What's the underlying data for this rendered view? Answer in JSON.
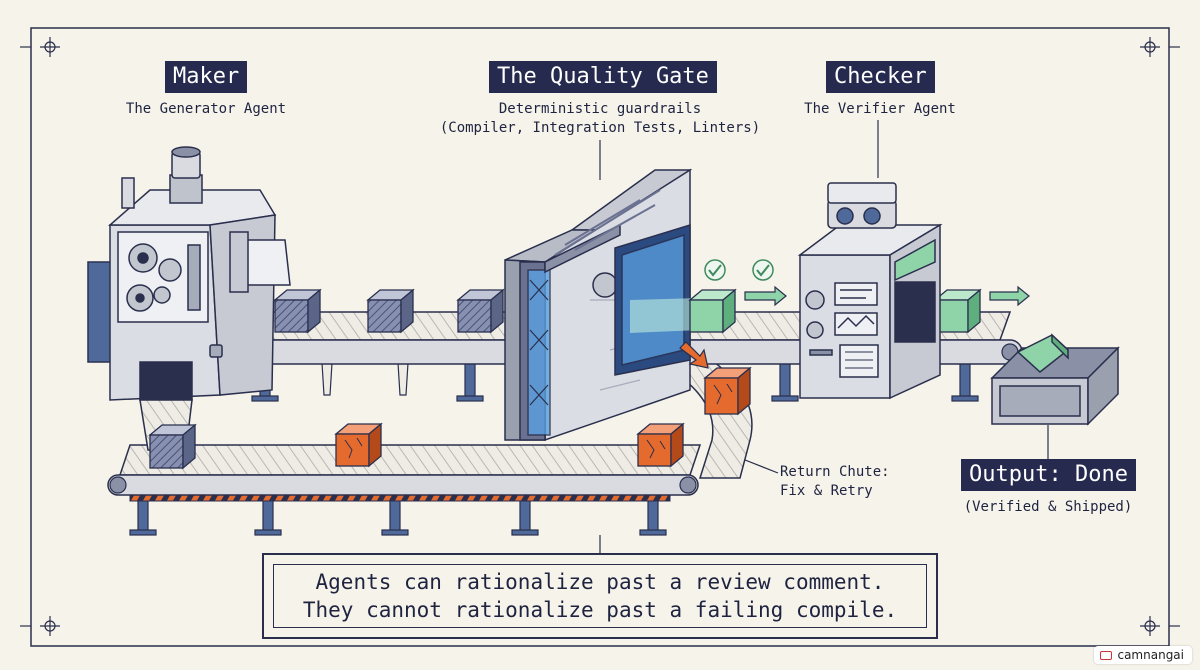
{
  "maker": {
    "title": "Maker",
    "subtitle": "The Generator Agent"
  },
  "gate": {
    "title": "The Quality Gate",
    "subtitle_line1": "Deterministic guardrails",
    "subtitle_line2": "(Compiler, Integration Tests, Linters)"
  },
  "checker": {
    "title": "Checker",
    "subtitle": "The Verifier Agent"
  },
  "return_chute": {
    "line1": "Return Chute:",
    "line2": "Fix & Retry"
  },
  "output": {
    "title": "Output: Done",
    "subtitle": "(Verified & Shipped)"
  },
  "quote": {
    "line1": "Agents can rationalize past a review comment.",
    "line2": "They cannot rationalize past a failing compile."
  },
  "watermark": {
    "text": "camnangai"
  },
  "colors": {
    "background": "#f6f3ea",
    "label_fill": "#252a4e",
    "ink": "#2a2f4d",
    "passed_box": "#8fd3a8",
    "failed_box": "#e56a2e",
    "gate_glow": "#5aa0e0",
    "machine_metal": "#dadde3",
    "pending_box": "#7b86a8"
  }
}
